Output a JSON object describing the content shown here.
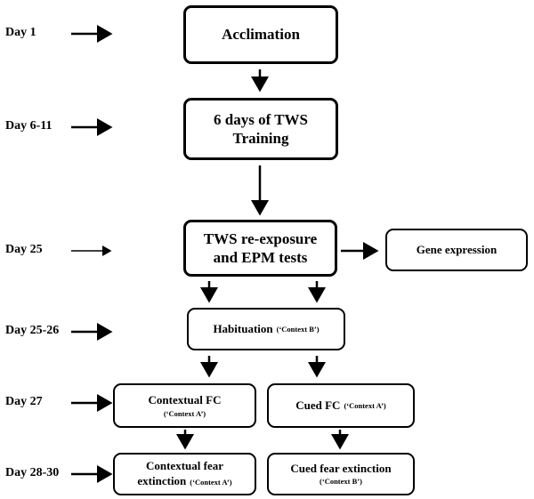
{
  "days": [
    "Day 1",
    "Day 6-11",
    "Day 25",
    "Day 25-26",
    "Day 27",
    "Day 28-30"
  ],
  "boxes": {
    "acclimation": "Acclimation",
    "training_line1": "6 days of TWS",
    "training_line2": "Training",
    "reexposure_line1": "TWS re-exposure",
    "reexposure_line2": "and EPM tests",
    "gene_expression": "Gene expression",
    "habituation": "Habituation",
    "habituation_ctx": "(‘Context B’)",
    "contextual_fc": "Contextual FC",
    "contextual_fc_ctx": "(‘Context A’)",
    "cued_fc": "Cued FC",
    "cued_fc_ctx": "(‘Context A’)",
    "contextual_ext_line1": "Contextual fear",
    "contextual_ext_line2": "extinction",
    "contextual_ext_ctx": "(‘Context A’)",
    "cued_ext": "Cued fear extinction",
    "cued_ext_ctx": "(‘Context B’)"
  }
}
